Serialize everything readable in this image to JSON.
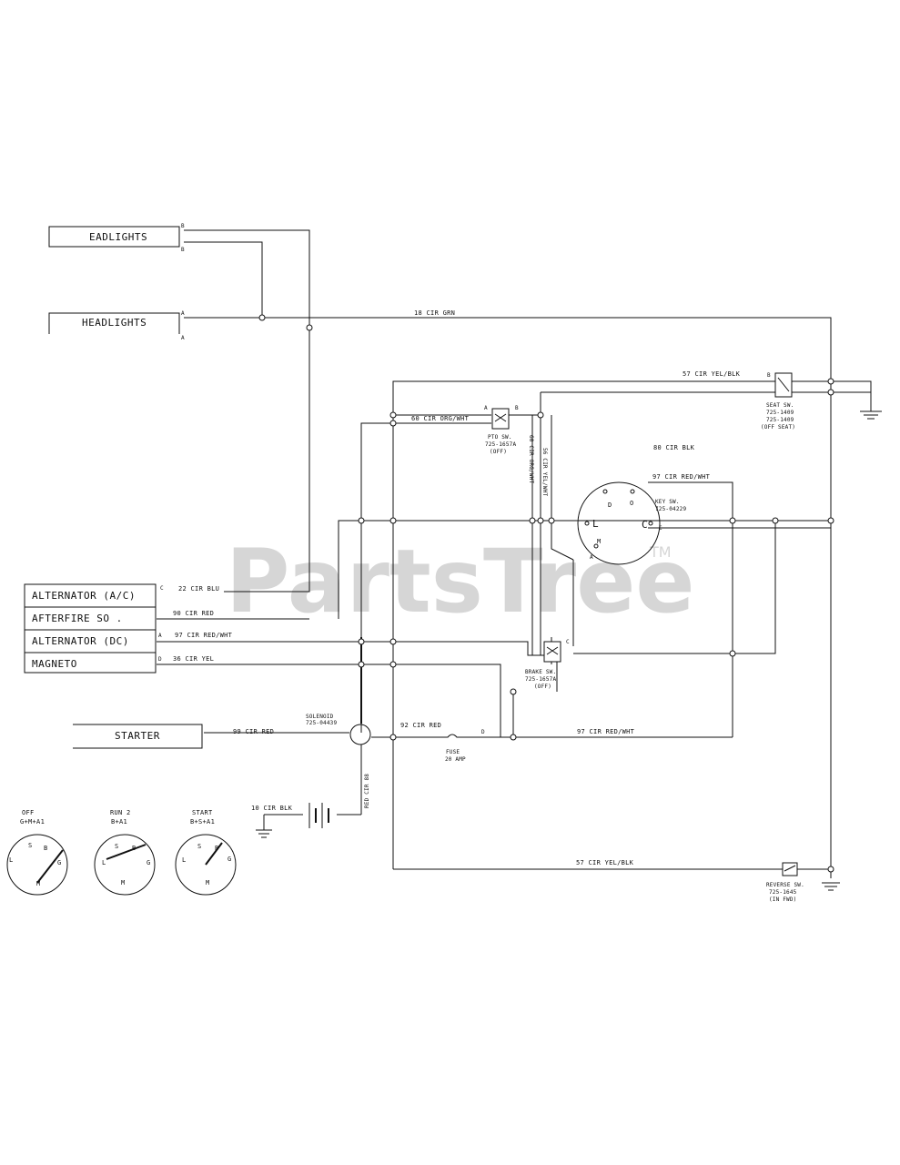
{
  "watermark": {
    "text": "PartsTree",
    "tm": "TM"
  },
  "components": {
    "headlights_b": "EADLIGHTS",
    "headlights_a": "HEADLIGHTS",
    "alternator_ac": "ALTERNATOR (A/C)",
    "afterfire": "AFTERFIRE SO .",
    "alternator_dc": "ALTERNATOR (DC)",
    "magneto": "MAGNETO",
    "starter": "STARTER"
  },
  "pins": {
    "hl_b_top": "B",
    "hl_b_bot": "B",
    "hl_a_top": "A",
    "hl_a_bot": "A",
    "alt_ac": "C",
    "alt_dc": "A",
    "magneto": "D",
    "pto_a": "A",
    "pto_b": "B",
    "seat_b": "B",
    "key_d": "D",
    "key_o": "O",
    "key_l": "L",
    "key_c": "C",
    "key_m": "M",
    "key_a": "A",
    "key_c2": "C",
    "brake_c": "C",
    "fuse_d": "D"
  },
  "wires": {
    "w18_grn": "18 CIR GRN",
    "w57_top": "57 CIR YEL/BLK",
    "w60_org": "60 CIR ORG/WHT",
    "w80_blk": "80 CIR BLK",
    "w97_rw": "97 CIR RED/WHT",
    "w22_blu": "22 CIR BLU",
    "w90_red": "90 CIR RED",
    "w97_alt": "97 CIR RED/WHT",
    "w36_yel": "36 CIR YEL",
    "w99_red": "99 CIR RED",
    "w92_red": "92 CIR RED",
    "w97_fuse": "97 CIR RED/WHT",
    "w10_blk": "10 CIR BLK",
    "w57_bot": "57 CIR YEL/BLK",
    "v_w60": "60 CIR ORG/WHT",
    "v_w56": "56 CIR YEL/WHT",
    "v_red": "RED CIR 88"
  },
  "switches": {
    "pto_lines": [
      "PTO SW.",
      "725-1657A",
      "(OFF)"
    ],
    "seat_lines": [
      "SEAT SW.",
      "725-1409",
      "725-1409",
      "(OFF SEAT)"
    ],
    "key_lines": [
      "KEY SW.",
      "725-04229"
    ],
    "brake_lines": [
      "BRAKE SW.",
      "725-1657A",
      "(OFF)"
    ],
    "solenoid_lines": [
      "SOLENOID",
      "725-04439"
    ],
    "fuse_lines": [
      "FUSE",
      "20 AMP"
    ],
    "reverse_lines": [
      "REVERSE SW.",
      "725-1645",
      "(IN FWD)"
    ]
  },
  "positions": [
    {
      "title": "OFF",
      "code": "G+M+A1",
      "ticks": [
        "L",
        "S",
        "B",
        "G",
        "M"
      ]
    },
    {
      "title": "RUN 2",
      "code": "B+A1",
      "ticks": [
        "L",
        "S",
        "B",
        "G",
        "M"
      ]
    },
    {
      "title": "START",
      "code": "B+S+A1",
      "ticks": [
        "L",
        "S",
        "B",
        "G",
        "M"
      ]
    }
  ]
}
